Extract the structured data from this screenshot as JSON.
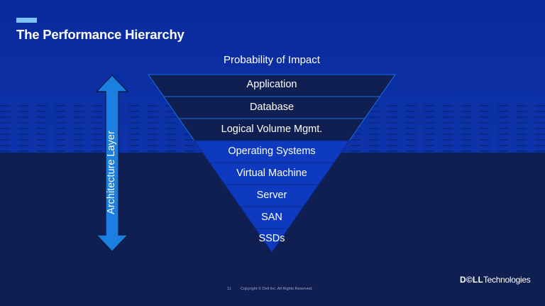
{
  "slide": {
    "title": "The Performance Hierarchy",
    "subtitle": "Probability of Impact",
    "colors": {
      "background_top": "#0a2a9c",
      "background_bottom": "#0f1f52",
      "accent_bar": "#7ec3f5",
      "layer_dark": "#101f52",
      "layer_bright": "#0e3ac0",
      "layer_border": "#1a6fe0",
      "arrow_fill": "#1a7fe0"
    }
  },
  "pyramid": {
    "layers": [
      {
        "label": "Application",
        "tone": "dark"
      },
      {
        "label": "Database",
        "tone": "dark"
      },
      {
        "label": "Logical Volume Mgmt.",
        "tone": "dark"
      },
      {
        "label": "Operating Systems",
        "tone": "bright"
      },
      {
        "label": "Virtual Machine",
        "tone": "bright"
      },
      {
        "label": "Server",
        "tone": "bright"
      },
      {
        "label": "SAN",
        "tone": "bright"
      },
      {
        "label": "SSDs",
        "tone": "bright"
      }
    ]
  },
  "arrow": {
    "label": "Architecture Layer",
    "icon": "double-headed-vertical-arrow-icon"
  },
  "footer": {
    "page_number": "11",
    "copyright": "Copyright © Dell Inc. All Rights Reserved.",
    "logo_bold": "D©LL",
    "logo_text": "Technologies"
  }
}
